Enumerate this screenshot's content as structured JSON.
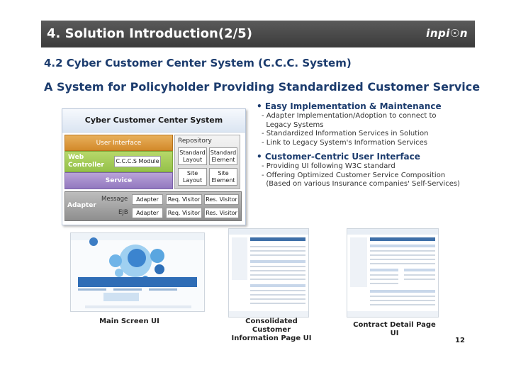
{
  "header": {
    "title": "4. Solution Introduction(2/5)",
    "logo": "inpi☉n"
  },
  "section_title": "4.2 Cyber Customer Center System (C.C.C. System)",
  "subtitle": "A System for Policyholder Providing Standardized Customer Service",
  "diagram": {
    "title": "Cyber Customer Center System",
    "user_interface": "User Interface",
    "web_controller": "Web Controller",
    "ccs_module": "C.C.C.S Module",
    "service": "Service",
    "repository": {
      "label": "Repository",
      "items": [
        "Standard Layout",
        "Standard Element",
        "Site Layout",
        "Site Element"
      ]
    },
    "adapter": {
      "label": "Adapter",
      "rows": [
        {
          "source": "Message",
          "adapter": "Adapter",
          "req": "Req. Visitor",
          "res": "Res. Visitor"
        },
        {
          "source": "EJB",
          "adapter": "Adapter",
          "req": "Req. Visitor",
          "res": "Res. Visitor"
        }
      ]
    }
  },
  "bullets": [
    {
      "heading": "• Easy Implementation & Maintenance",
      "items": [
        "- Adapter Implementation/Adoption to connect to",
        "  Legacy Systems",
        "- Standardized Information Services in Solution",
        "- Link to Legacy System's Information Services"
      ]
    },
    {
      "heading": "• Customer-Centric User Interface",
      "items": [
        "- Providing UI following W3C standard",
        "- Offering Optimized Customer Service Composition",
        "  (Based on various Insurance companies' Self-Services)"
      ]
    }
  ],
  "captions": {
    "main_screen": "Main Screen UI",
    "consolidated_1": "Consolidated Customer",
    "consolidated_2": "Information Page UI",
    "contract_detail": "Contract Detail  Page UI"
  },
  "page_number": "12",
  "colors": {
    "title_bar": "#4a4a4a",
    "heading_blue": "#1c3c6e",
    "user_interface": "#d9963a",
    "web_controller": "#9fc74f",
    "service": "#9a82c6",
    "adapter": "#9a9a9a"
  }
}
